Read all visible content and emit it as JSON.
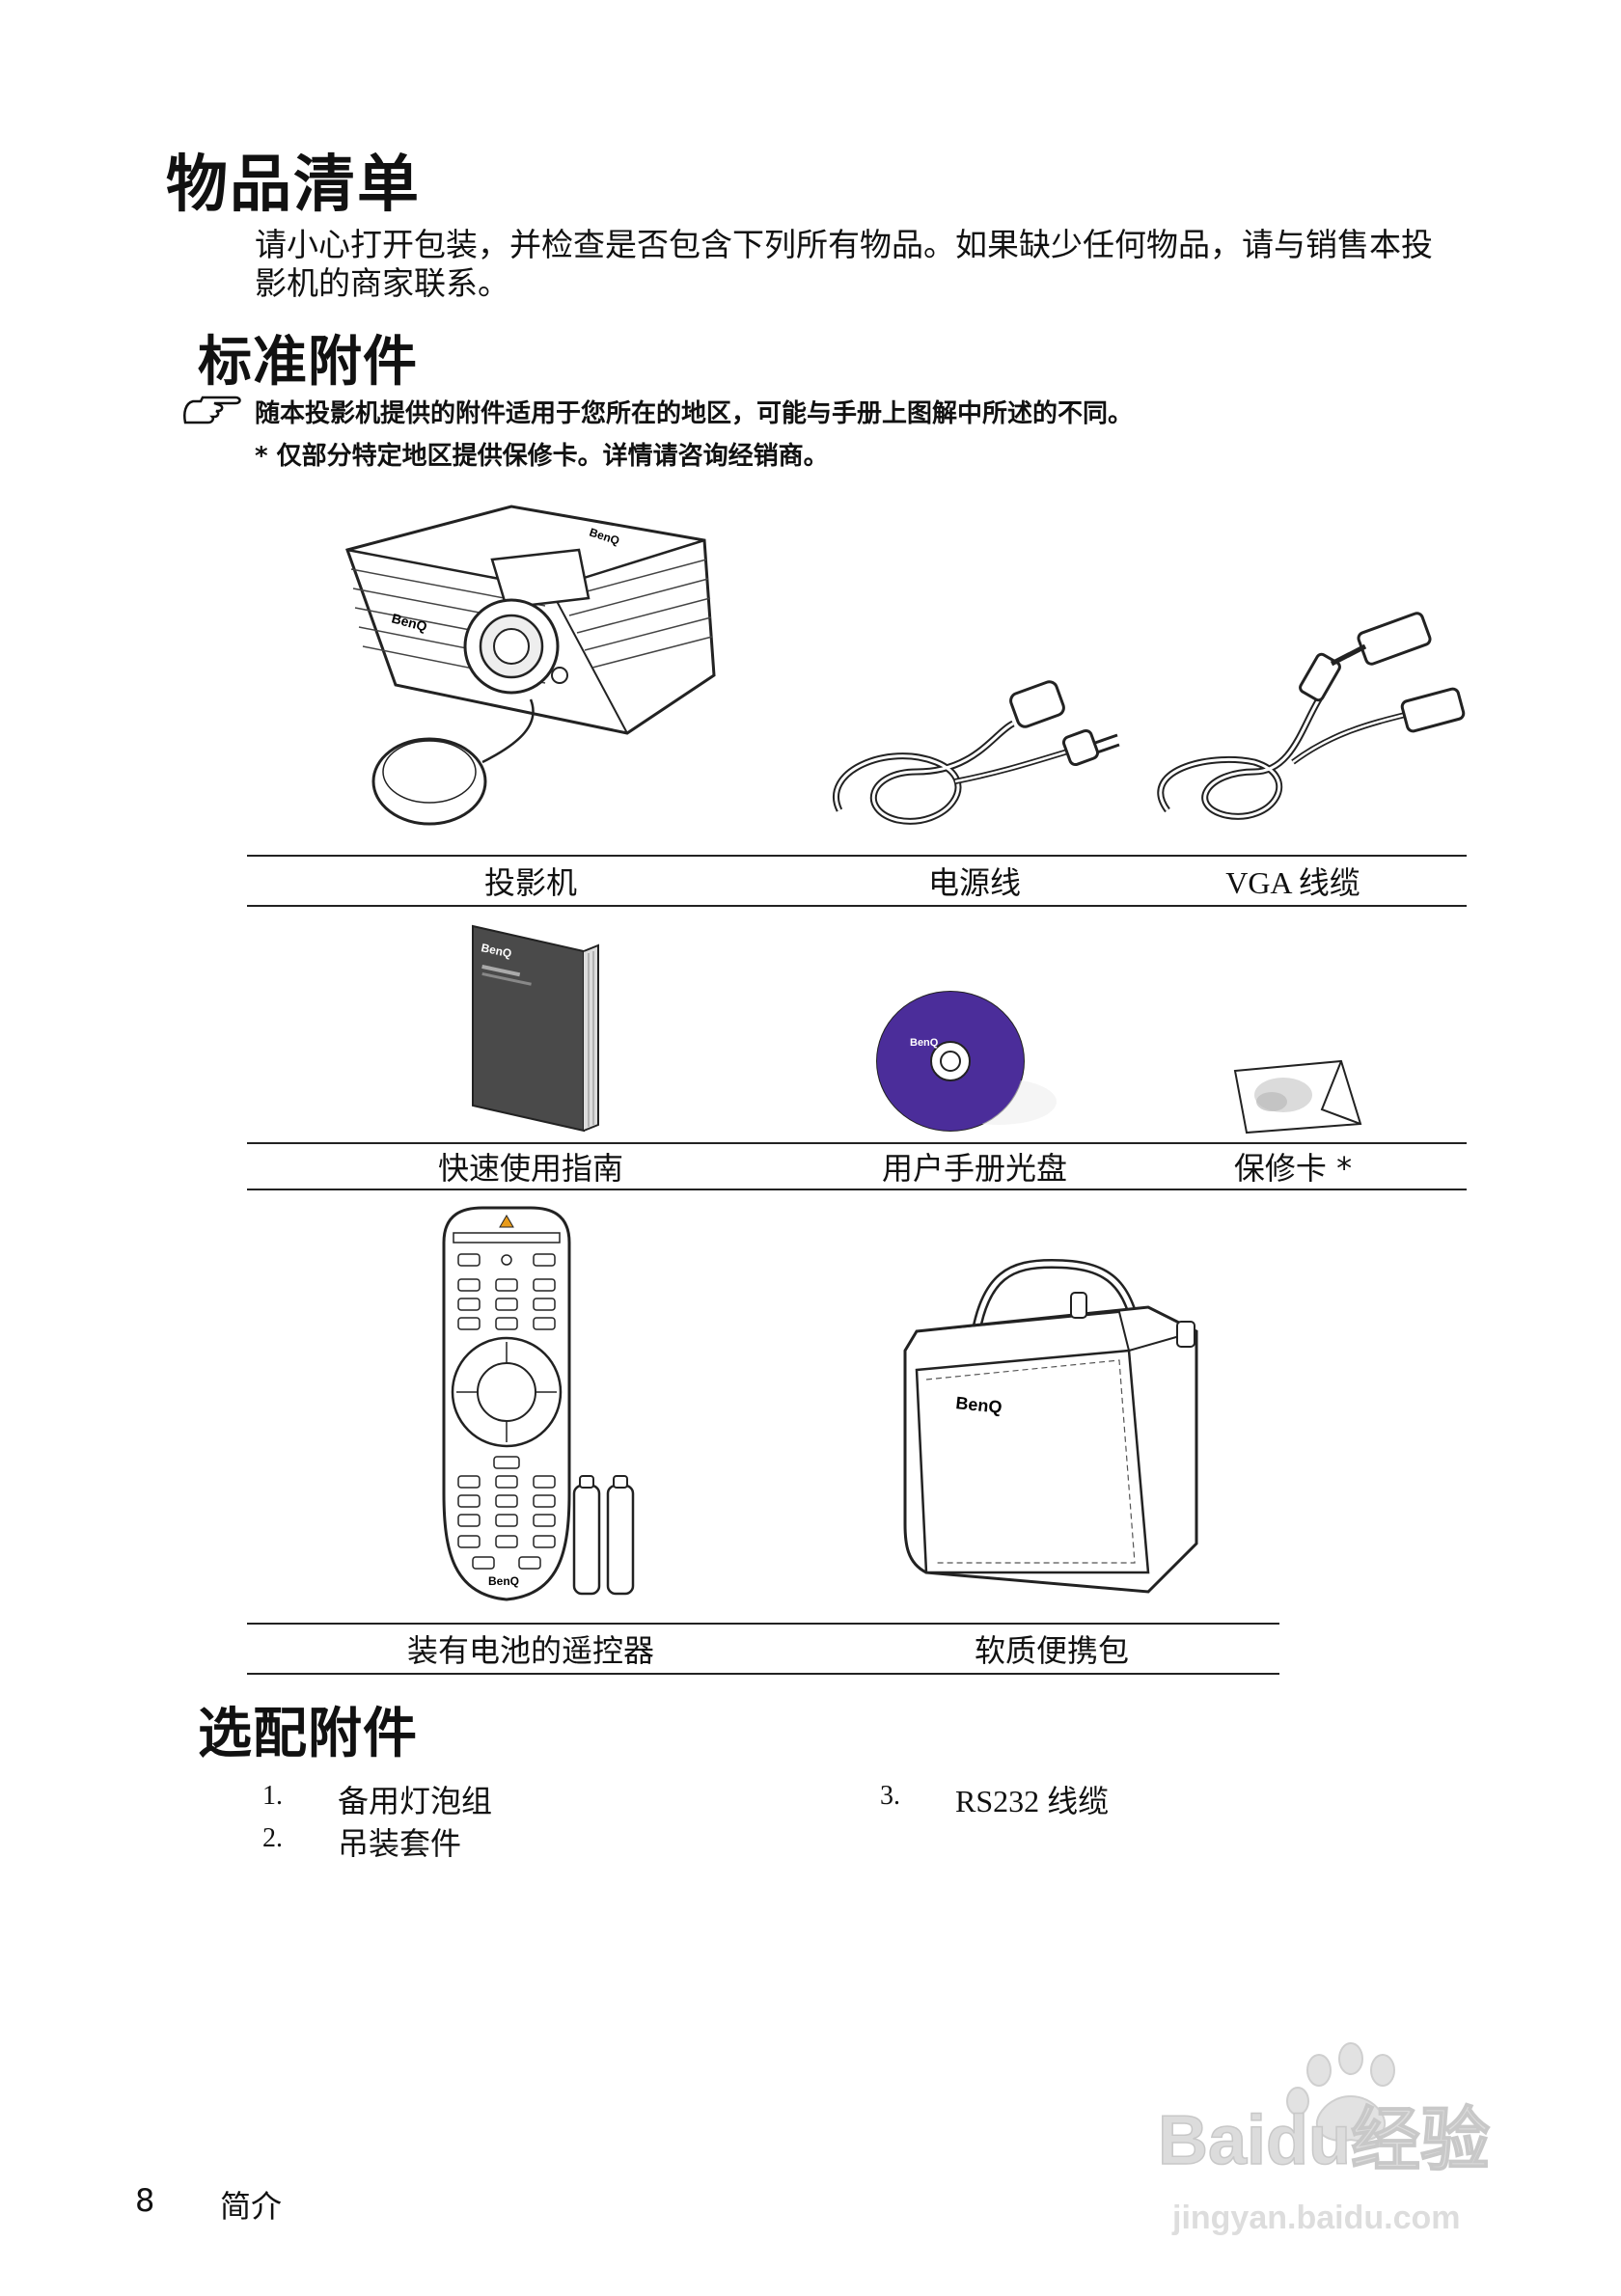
{
  "title": "物品清单",
  "intro": "请小心打开包装，并检查是否包含下列所有物品。如果缺少任何物品，请与销售本投影机的商家联系。",
  "standard": {
    "heading": "标准附件",
    "note1": "随本投影机提供的附件适用于您所在的地区，可能与手册上图解中所述的不同。",
    "note2": "* 仅部分特定地区提供保修卡。详情请咨询经销商。",
    "row1": [
      "投影机",
      "电源线",
      "VGA 线缆"
    ],
    "row2": [
      "快速使用指南",
      "用户手册光盘",
      "保修卡 *"
    ],
    "row3": [
      "装有电池的遥控器",
      "软质便携包"
    ]
  },
  "optional": {
    "heading": "选配附件",
    "items": [
      {
        "num": "1.",
        "label": "备用灯泡组"
      },
      {
        "num": "2.",
        "label": "吊装套件"
      },
      {
        "num": "3.",
        "label": "RS232 线缆"
      }
    ]
  },
  "brand": "BenQ",
  "footer": {
    "page": "8",
    "section": "简介"
  },
  "watermark": {
    "text": "Baidu经验",
    "url": "jingyan.baidu.com"
  },
  "colors": {
    "cd": "#4b2d9a",
    "guide": "#4a4a4a",
    "text": "#111111"
  },
  "icons": {
    "note": "pointing-hand-icon"
  }
}
